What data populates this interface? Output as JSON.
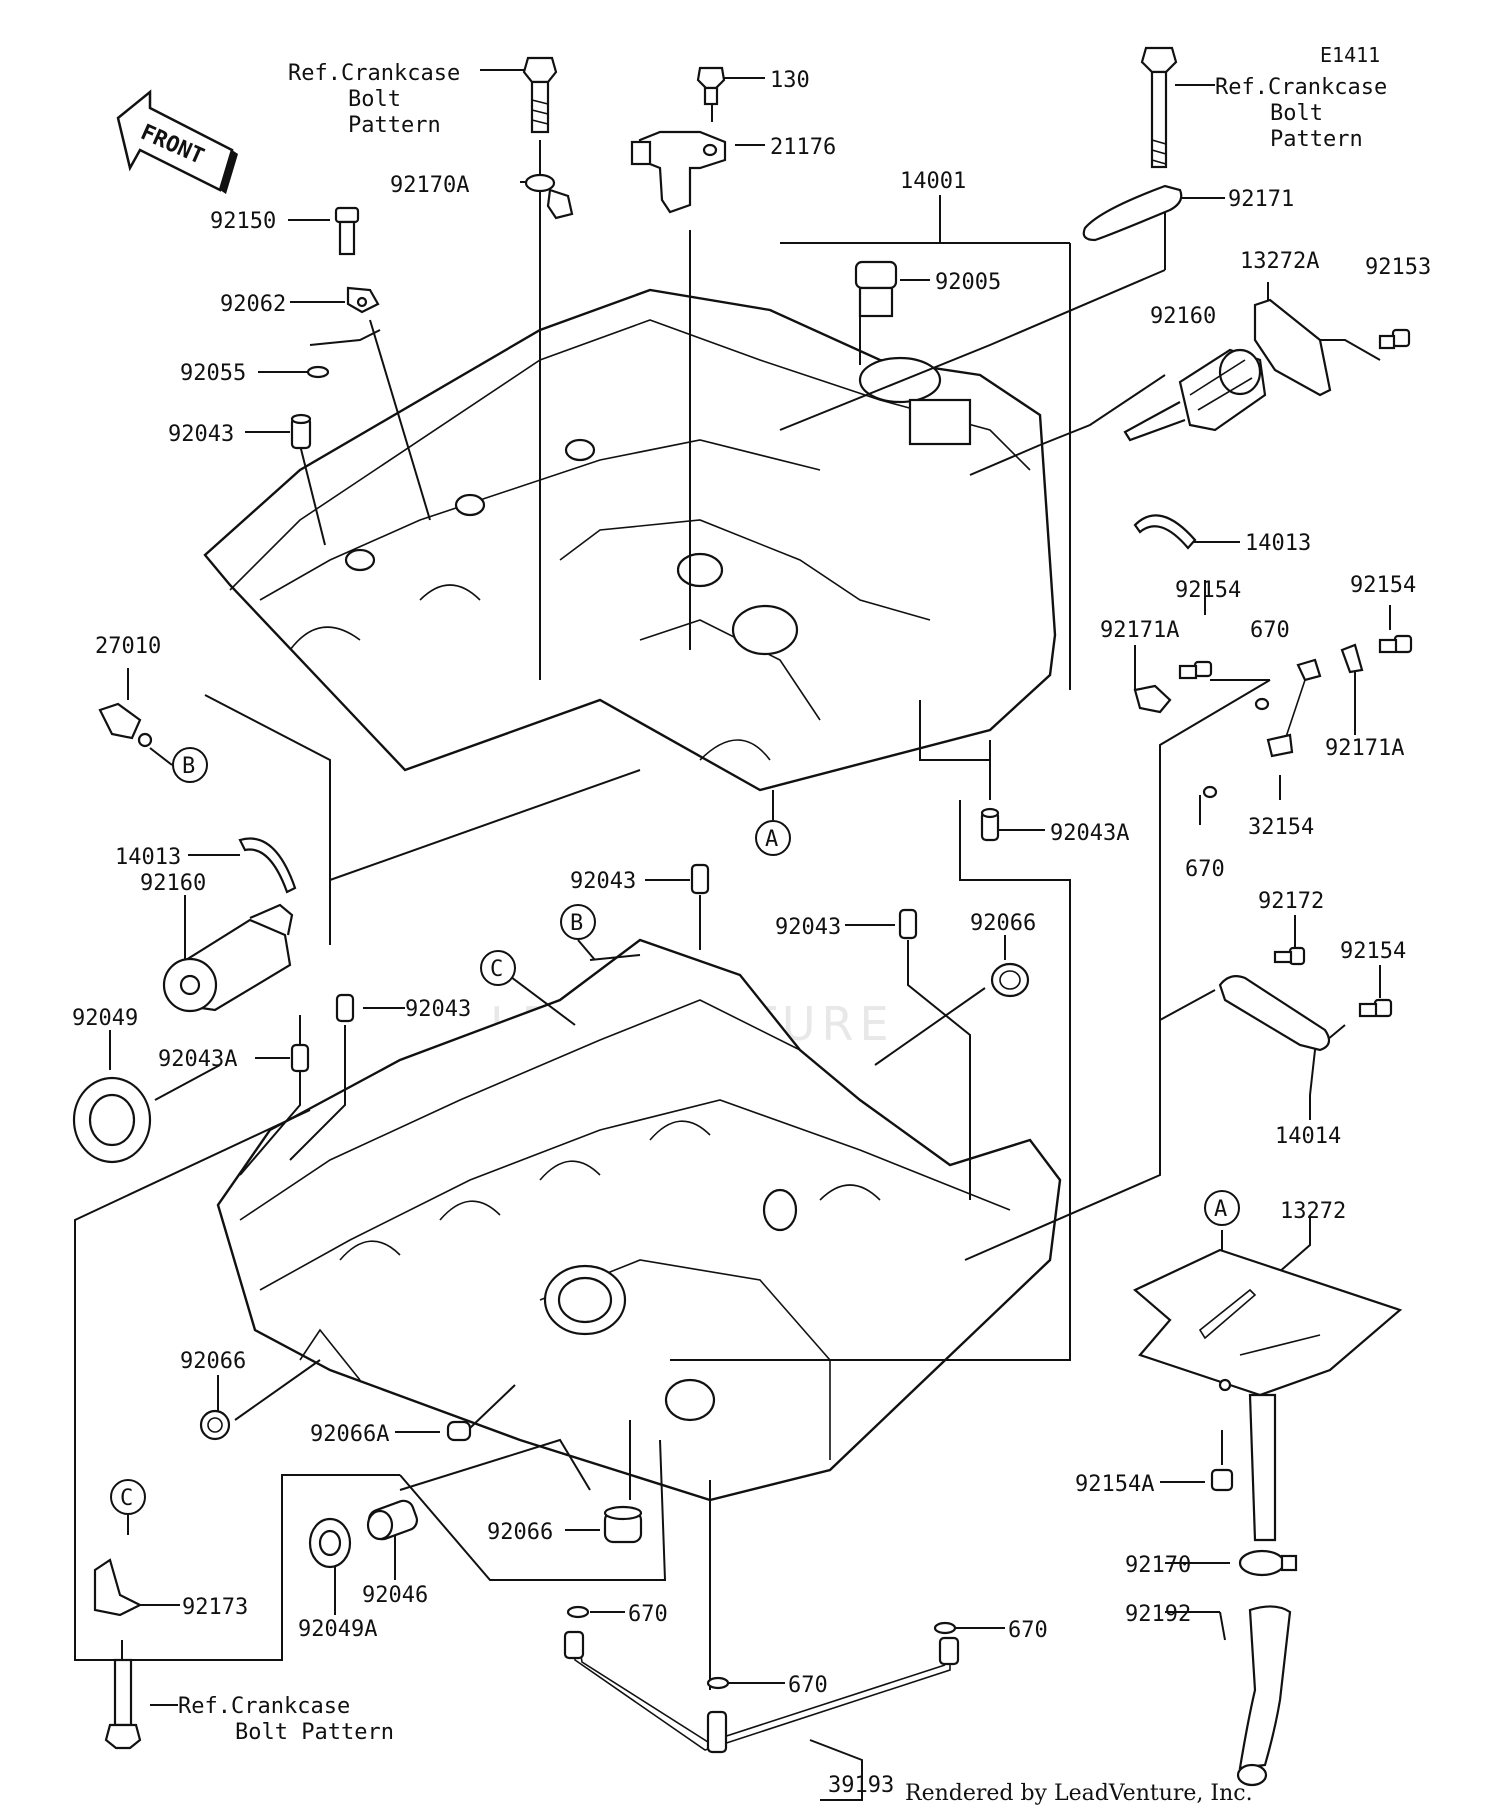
{
  "diagram_code": "E1411",
  "front_label": "FRONT",
  "watermark": "LEADVENTURE",
  "credit": "Rendered by LeadVenture, Inc.",
  "ref_note": {
    "top_left": [
      "Ref.Crankcase",
      "Bolt",
      "Pattern"
    ],
    "top_right": [
      "Ref.Crankcase",
      "Bolt",
      "Pattern"
    ],
    "bottom": [
      "Ref.Crankcase",
      "Bolt Pattern"
    ]
  },
  "callouts": {
    "A": "A",
    "B": "B",
    "C": "C"
  },
  "parts": {
    "p130": "130",
    "p21176": "21176",
    "p14001": "14001",
    "p92171": "92171",
    "p92170A": "92170A",
    "p92150": "92150",
    "p92062": "92062",
    "p92055": "92055",
    "p92043_a": "92043",
    "p92005": "92005",
    "p13272A": "13272A",
    "p92153": "92153",
    "p92160_r": "92160",
    "p14013_r": "14013",
    "p92154_a": "92154",
    "p92154_b": "92154",
    "p92171A_a": "92171A",
    "p670_a": "670",
    "p92171A_b": "92171A",
    "p32154": "32154",
    "p670_b": "670",
    "p27010": "27010",
    "p92043A_a": "92043A",
    "p14013_l": "14013",
    "p92160_l": "92160",
    "p92043_b": "92043",
    "p92043_c": "92043",
    "p92066_a": "92066",
    "p92172": "92172",
    "p92154_c": "92154",
    "p92049": "92049",
    "p92043_d": "92043",
    "p92043A_b": "92043A",
    "p14014": "14014",
    "p13272": "13272",
    "p92066_b": "92066",
    "p92066A": "92066A",
    "p92154A": "92154A",
    "p92066_c": "92066",
    "p92170": "92170",
    "p92173": "92173",
    "p92046": "92046",
    "p92049A": "92049A",
    "p92192": "92192",
    "p670_c": "670",
    "p670_d": "670",
    "p670_e": "670",
    "p39193": "39193"
  }
}
